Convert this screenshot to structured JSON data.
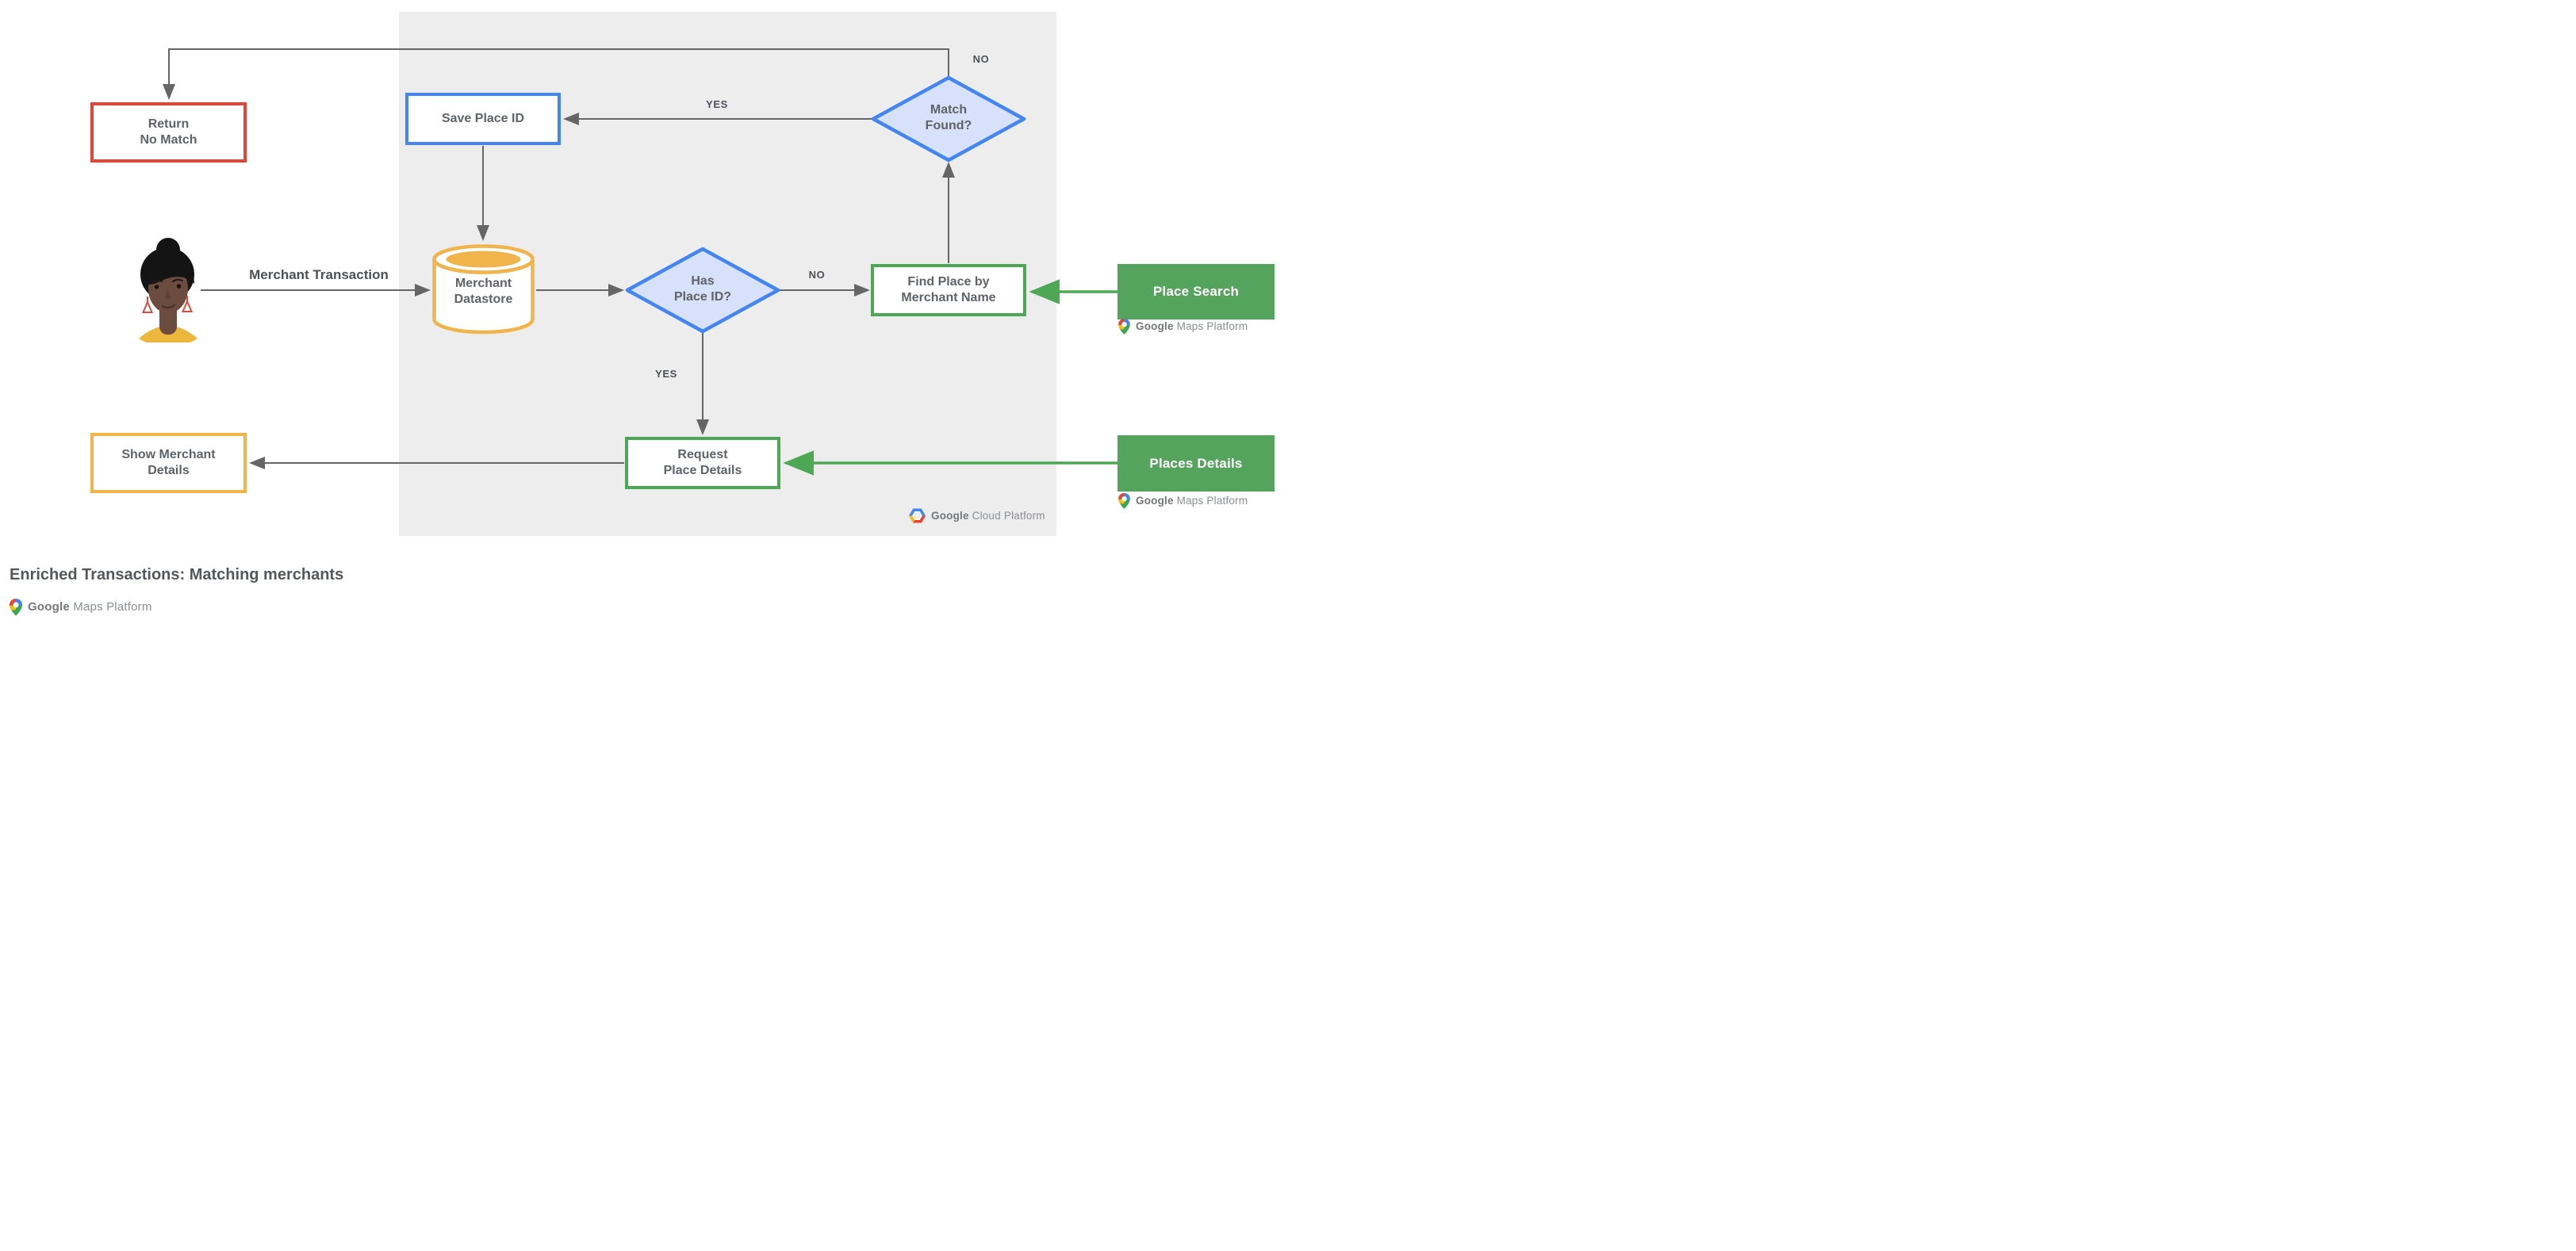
{
  "title": "Enriched Transactions: Matching merchants",
  "nodes": {
    "return_no_match": "Return\nNo Match",
    "save_place_id": "Save Place ID",
    "match_found": "Match\nFound?",
    "merchant_datastore": "Merchant\nDatastore",
    "has_place_id": "Has\nPlace ID?",
    "find_place_by_merchant_name": "Find Place by\nMerchant Name",
    "request_place_details": "Request\nPlace Details",
    "show_merchant_details": "Show Merchant\nDetails",
    "place_search": "Place Search",
    "places_details": "Places Details"
  },
  "edge_labels": {
    "merchant_transaction": "Merchant Transaction",
    "yes_to_save_place_id": "YES",
    "no_from_match_found": "NO",
    "no_from_has_place_id": "NO",
    "yes_from_has_place_id": "YES"
  },
  "logos": {
    "google_maps_platform": {
      "google": "Google",
      "rest": " Maps Platform"
    },
    "google_cloud_platform": {
      "google": "Google",
      "rest": " Cloud Platform"
    }
  },
  "colors": {
    "red_border": "#E94335",
    "blue_border": "#4285F4",
    "diamond_fill": "#D7E2FA",
    "gold": "#F1B44B",
    "green_border": "#4CA853",
    "green_fill": "#55A45D",
    "wire_gray": "#666666",
    "panel_gray": "#EDEDED",
    "node_text": "#5F6368"
  }
}
